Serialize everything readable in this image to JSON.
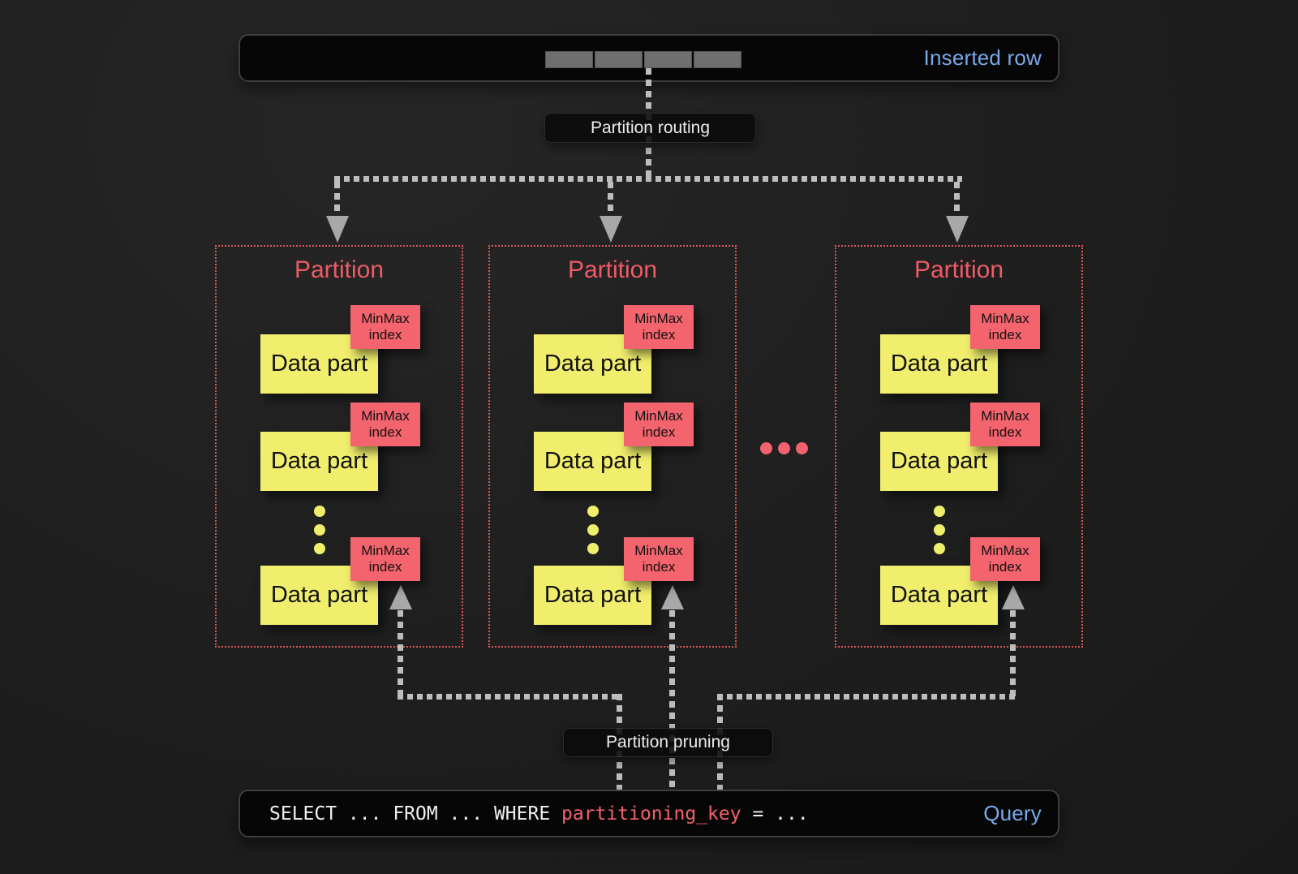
{
  "top_bar": {
    "label": "Inserted row",
    "cell_count": 4
  },
  "routing": {
    "label": "Partition routing"
  },
  "pruning": {
    "label": "Partition pruning"
  },
  "labels": {
    "data_part": "Data part",
    "minmax": "MinMax index"
  },
  "partitions": [
    {
      "title": "Partition"
    },
    {
      "title": "Partition"
    },
    {
      "title": "Partition"
    }
  ],
  "ellipsis": "...",
  "query_bar": {
    "code_before": "SELECT ... FROM ... WHERE ",
    "code_key": "partitioning_key",
    "code_after": " = ...",
    "label": "Query"
  },
  "colors": {
    "accent_blue": "#7aa9e9",
    "partition_red": "#ef5b66",
    "minmax_salmon": "#f4646e",
    "data_part_yellow": "#f0ee6c",
    "border_red": "#dc5757",
    "query_key_red": "#f2626b",
    "connector_gray": "#bdbdbd",
    "cell_gray": "#6f6f6f"
  }
}
